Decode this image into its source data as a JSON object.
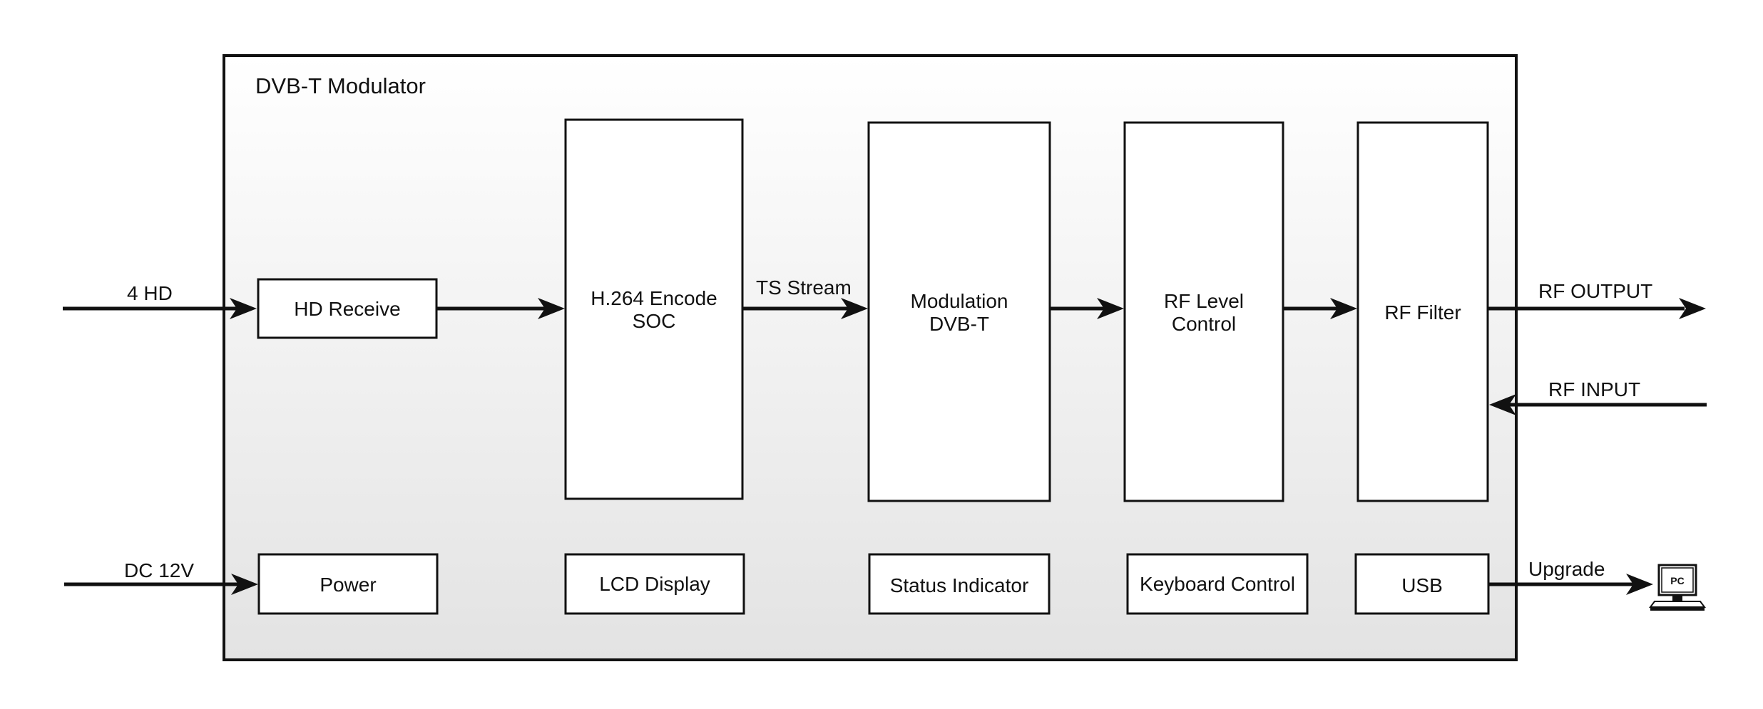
{
  "module": {
    "title": "DVB-T Modulator"
  },
  "blocks": {
    "hd_receive": "HD Receive",
    "encoder_line1": "H.264 Encode",
    "encoder_line2": "SOC",
    "modulation_line1": "Modulation",
    "modulation_line2": "DVB-T",
    "rf_level_line1": "RF Level",
    "rf_level_line2": "Control",
    "rf_filter": "RF Filter",
    "power": "Power",
    "lcd_display": "LCD Display",
    "status_indicator": "Status Indicator",
    "keyboard_control": "Keyboard Control",
    "usb": "USB"
  },
  "signals": {
    "hd_input": "4  HD",
    "ts_stream": "TS Stream",
    "rf_output": "RF OUTPUT",
    "rf_input": "RF INPUT",
    "dc_input": "DC 12V",
    "upgrade": "Upgrade"
  },
  "pc": {
    "label": "PC"
  },
  "colors": {
    "line": "#111111",
    "module_fill_top": "#ffffff",
    "module_fill_bottom": "#e3e3e3"
  }
}
